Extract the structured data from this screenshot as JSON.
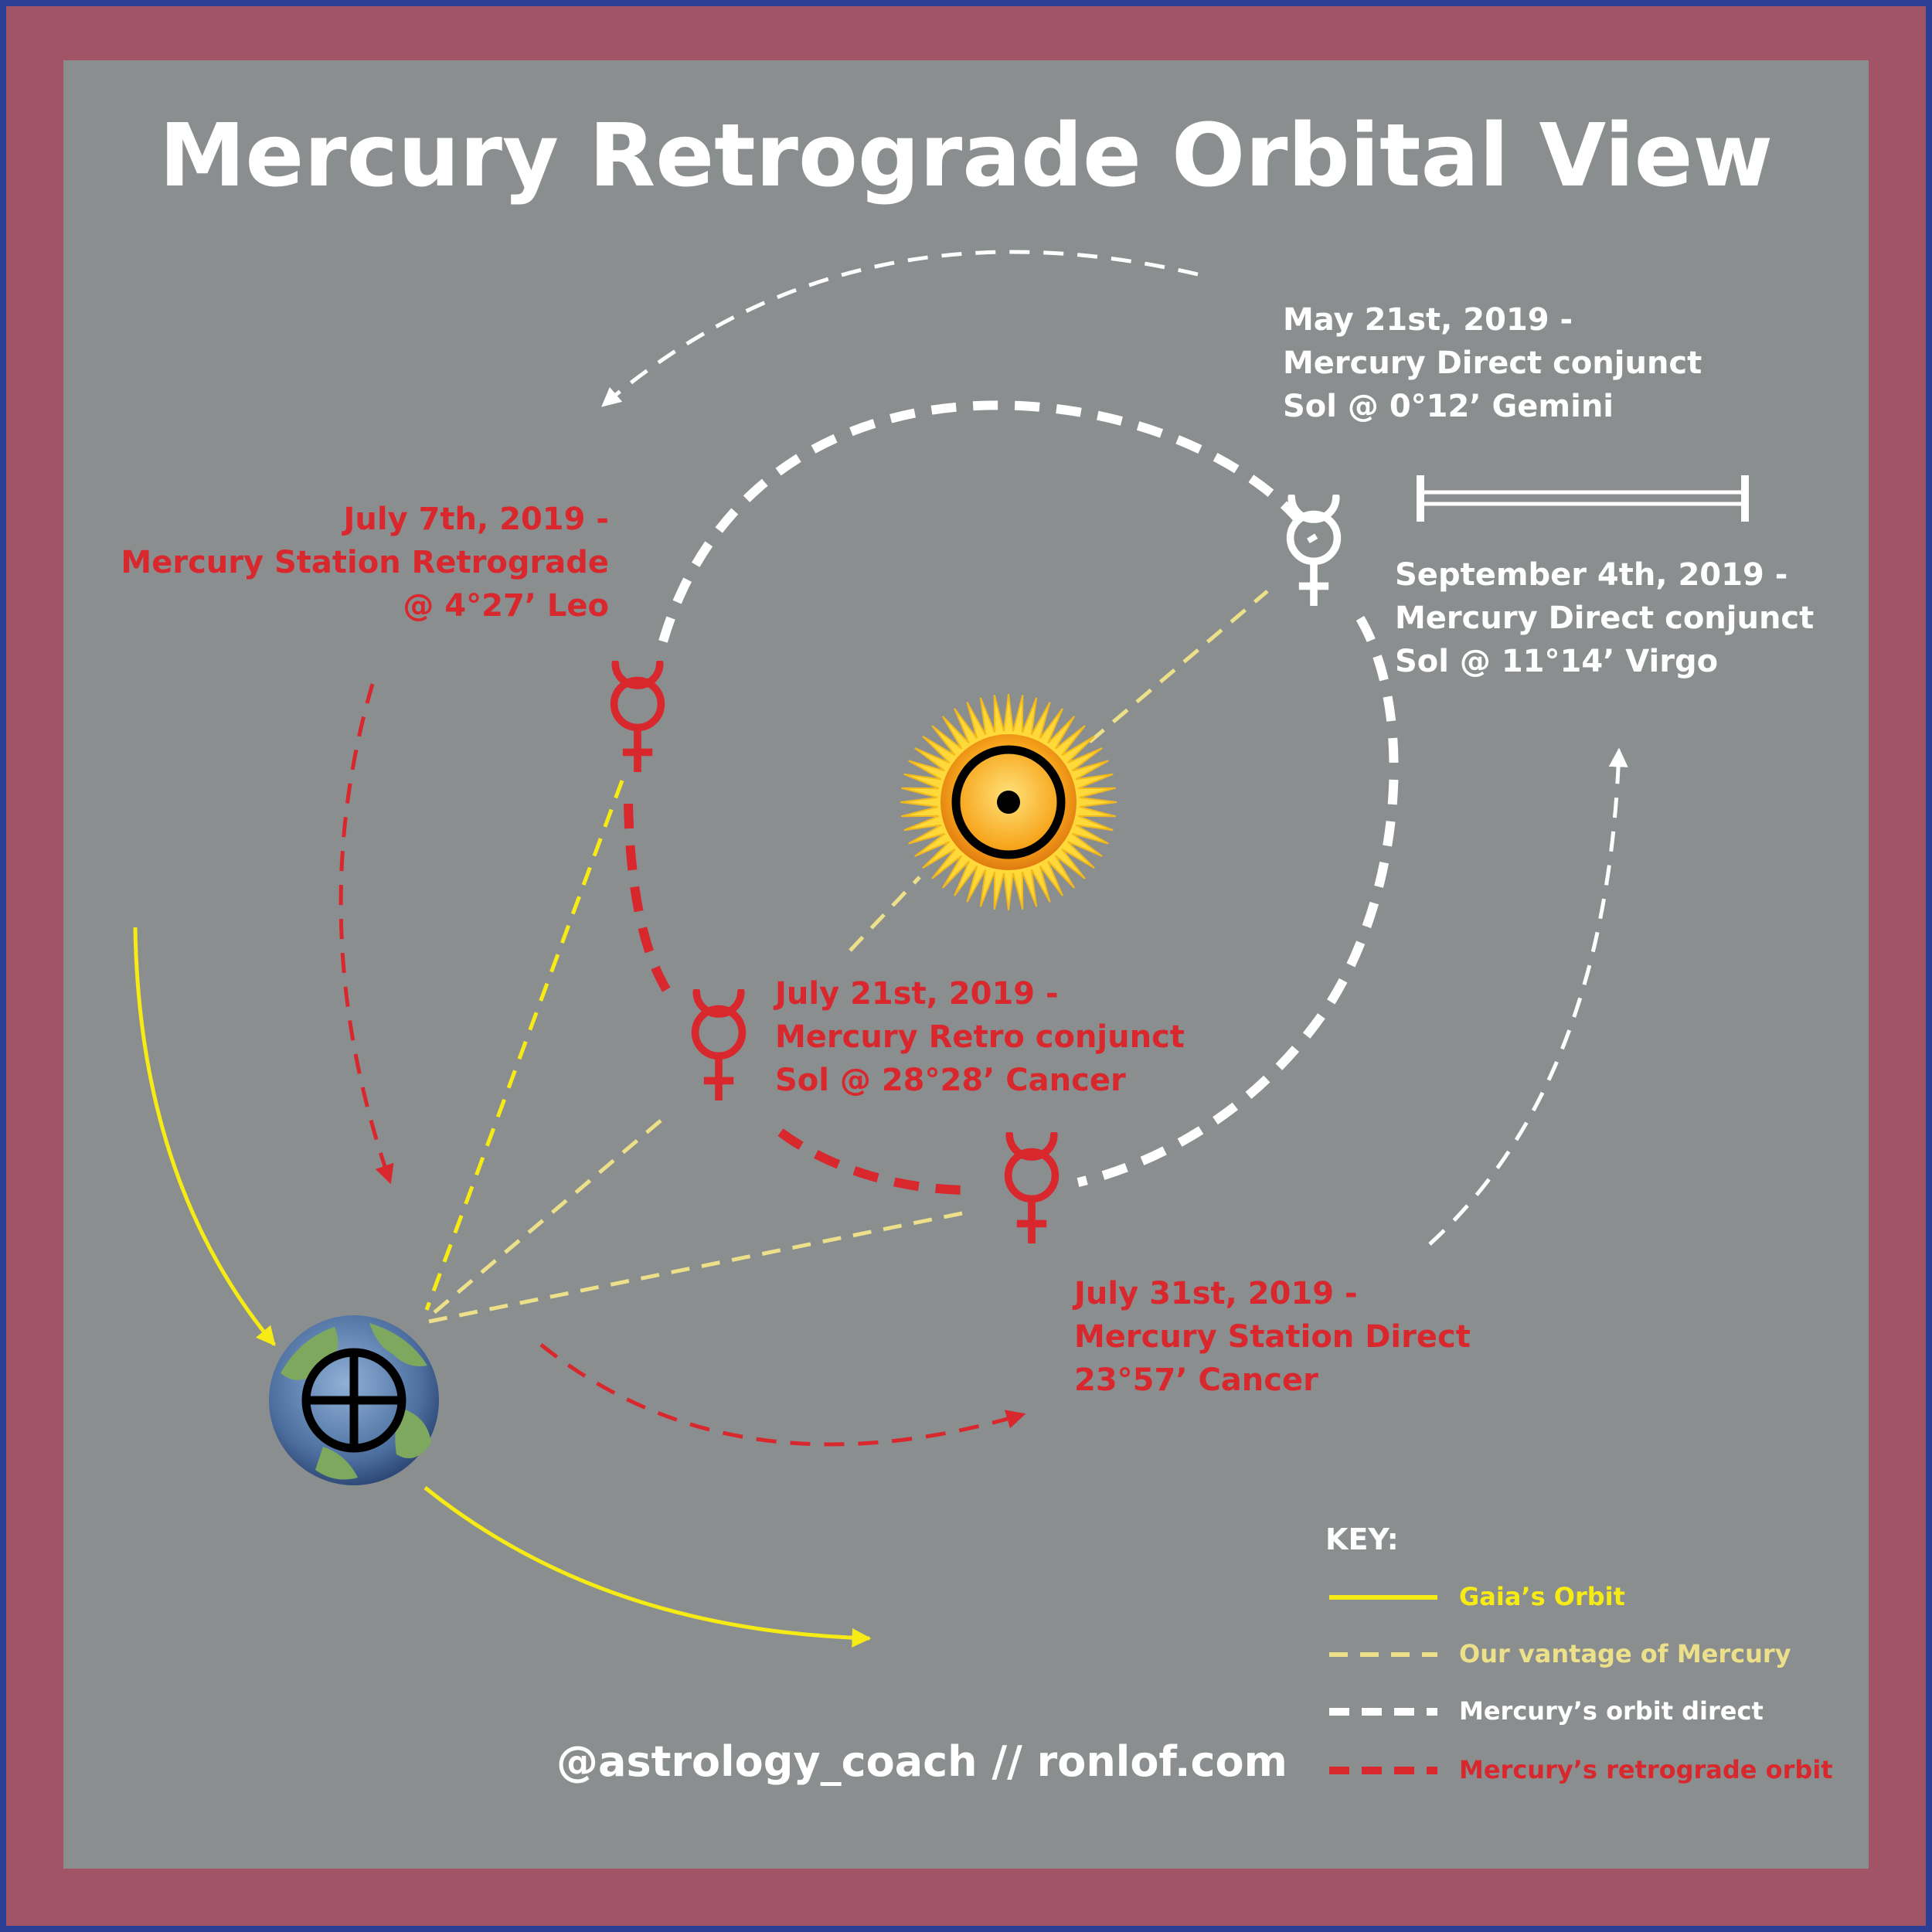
{
  "title": "Mercury Retrograde Orbital View",
  "colors": {
    "outer_border": "#2b3f94",
    "frame": "#a25467",
    "panel": "#8b8e8f",
    "white": "#ffffff",
    "red": "#d8272d",
    "yellow": "#f6eb14",
    "pale_yellow": "#ece08a",
    "sun_rays": "#ffd93a",
    "sun_core": "#f6a623"
  },
  "annotations": {
    "may21": {
      "line1": "May 21st, 2019 -",
      "line2": "Mercury Direct conjunct",
      "line3": "Sol @ 0°12’ Gemini"
    },
    "sep4": {
      "line1": "September 4th, 2019 -",
      "line2": "Mercury Direct conjunct",
      "line3": "Sol @ 11°14’ Virgo"
    },
    "jul7": {
      "line1": "July 7th, 2019 -",
      "line2": "Mercury Station Retrograde",
      "line3": "@ 4°27’ Leo"
    },
    "jul21": {
      "line1": "July 21st, 2019 -",
      "line2": "Mercury Retro conjunct",
      "line3": "Sol @ 28°28’ Cancer"
    },
    "jul31": {
      "line1": "July 31st, 2019 -",
      "line2": "Mercury Station Direct",
      "line3": "23°57’ Cancer"
    }
  },
  "key": {
    "heading": "KEY:",
    "gaia_orbit": "Gaia’s Orbit",
    "vantage": "Our vantage of Mercury",
    "orbit_direct": "Mercury’s orbit direct",
    "orbit_retro": "Mercury’s retrograde orbit"
  },
  "credit": "@astrology_coach // ronlof.com",
  "icons": {
    "mercury": "mercury-glyph-icon",
    "sun": "sun-glyph-icon",
    "earth": "earth-glyph-icon"
  }
}
